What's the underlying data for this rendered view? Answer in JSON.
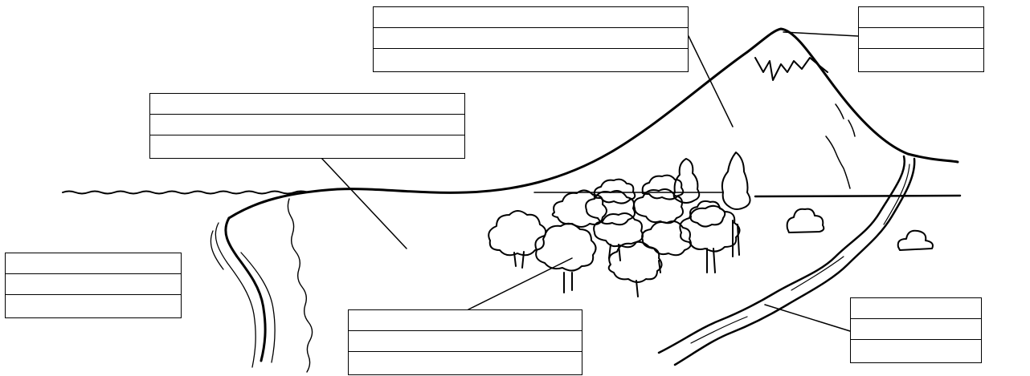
{
  "diagram": {
    "labels": [
      {
        "id": "mountain-peak",
        "rows": [
          "",
          "",
          ""
        ]
      },
      {
        "id": "mountain",
        "rows": [
          "",
          "",
          ""
        ]
      },
      {
        "id": "plain",
        "rows": [
          "",
          "",
          ""
        ]
      },
      {
        "id": "coast",
        "rows": [
          "",
          "",
          ""
        ]
      },
      {
        "id": "forest",
        "rows": [
          "",
          "",
          ""
        ]
      },
      {
        "id": "river",
        "rows": [
          "",
          "",
          ""
        ]
      }
    ]
  }
}
